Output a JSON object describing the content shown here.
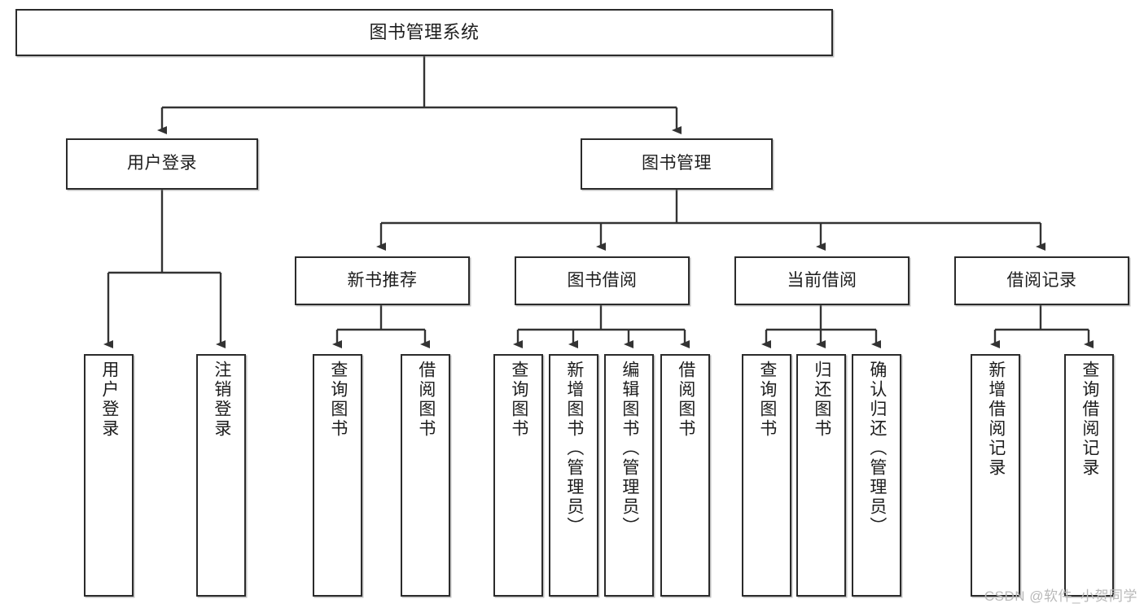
{
  "diagram": {
    "title": "图书管理系统",
    "type": "tree-hierarchy",
    "theme": {
      "background": "#ffffff",
      "box_border": "#2b2b2b",
      "box_fill": "#ffffff",
      "text": "#1d1d1d",
      "connector": "#333333",
      "watermark": "#b9b9b9"
    }
  },
  "nodes": {
    "root": {
      "label": "图书管理系统",
      "level": 1,
      "orientation": "horizontal"
    },
    "level2": [
      {
        "id": "user-login",
        "label": "用户登录",
        "orientation": "horizontal"
      },
      {
        "id": "book-manage",
        "label": "图书管理",
        "orientation": "horizontal"
      }
    ],
    "level3": [
      {
        "id": "new-book-recommend",
        "label": "新书推荐",
        "orientation": "horizontal"
      },
      {
        "id": "book-borrow",
        "label": "图书借阅",
        "orientation": "horizontal"
      },
      {
        "id": "current-borrow",
        "label": "当前借阅",
        "orientation": "horizontal"
      },
      {
        "id": "borrow-record",
        "label": "借阅记录",
        "orientation": "horizontal"
      }
    ],
    "leaves": [
      {
        "id": "leaf-user-login",
        "label": "用户登录",
        "parent": "user-login",
        "orientation": "vertical"
      },
      {
        "id": "leaf-user-logout",
        "label": "注销登录",
        "parent": "user-login",
        "orientation": "vertical"
      },
      {
        "id": "leaf-query-book-1",
        "label": "查询图书",
        "parent": "new-book-recommend",
        "orientation": "vertical"
      },
      {
        "id": "leaf-borrow-book-1",
        "label": "借阅图书",
        "parent": "new-book-recommend",
        "orientation": "vertical"
      },
      {
        "id": "leaf-query-book-2",
        "label": "查询图书",
        "parent": "book-borrow",
        "orientation": "vertical"
      },
      {
        "id": "leaf-add-book",
        "label": "新增图书（管理员）",
        "parent": "book-borrow",
        "orientation": "vertical"
      },
      {
        "id": "leaf-edit-book",
        "label": "编辑图书（管理员）",
        "parent": "book-borrow",
        "orientation": "vertical"
      },
      {
        "id": "leaf-borrow-book-2",
        "label": "借阅图书",
        "parent": "book-borrow",
        "orientation": "vertical"
      },
      {
        "id": "leaf-query-book-3",
        "label": "查询图书",
        "parent": "current-borrow",
        "orientation": "vertical"
      },
      {
        "id": "leaf-return-book",
        "label": "归还图书",
        "parent": "current-borrow",
        "orientation": "vertical"
      },
      {
        "id": "leaf-confirm-return",
        "label": "确认归还（管理员）",
        "parent": "current-borrow",
        "orientation": "vertical"
      },
      {
        "id": "leaf-add-record",
        "label": "新增借阅记录",
        "parent": "borrow-record",
        "orientation": "vertical"
      },
      {
        "id": "leaf-query-record",
        "label": "查询借阅记录",
        "parent": "borrow-record",
        "orientation": "vertical"
      }
    ]
  },
  "watermark": {
    "text": "CSDN @软件_小贺同学"
  }
}
